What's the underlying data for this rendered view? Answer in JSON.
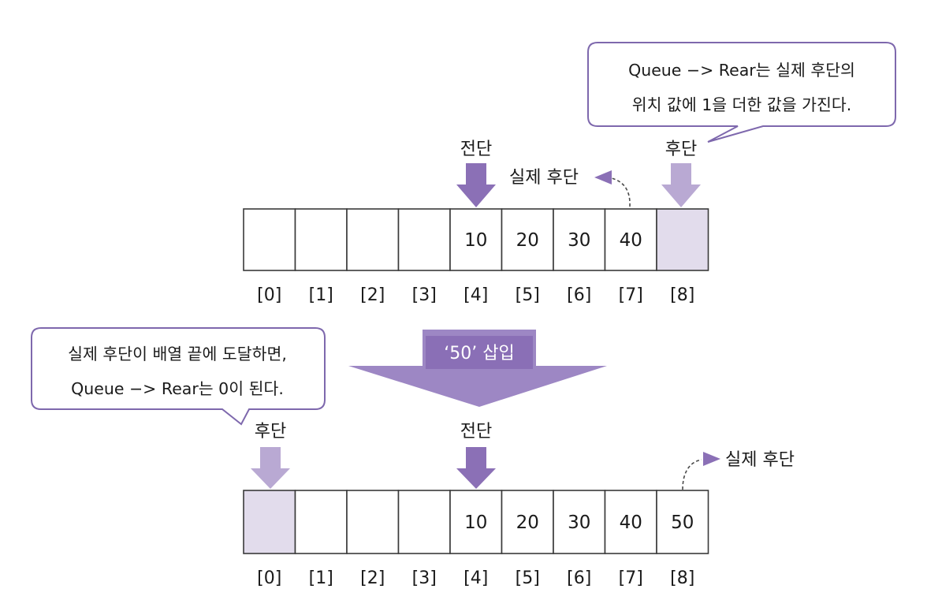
{
  "colors": {
    "border": "#3a3a3a",
    "highlight_fill": "#e2dcec",
    "front_arrow": "#8b70b6",
    "rear_arrow": "#b9a9d3",
    "banner": "#9d87c4",
    "banner_label_bg": "#8a6fb6",
    "bubble_border": "#7e68ad",
    "text": "#1a1a1a"
  },
  "top_array": {
    "cells": [
      "",
      "",
      "",
      "",
      "10",
      "20",
      "30",
      "40",
      ""
    ],
    "indices": [
      "[0]",
      "[1]",
      "[2]",
      "[3]",
      "[4]",
      "[5]",
      "[6]",
      "[7]",
      "[8]"
    ],
    "highlight_index": 8,
    "front_label": "전단",
    "front_index": 4,
    "rear_label": "후단",
    "rear_index": 8,
    "actual_rear_label": "실제 후단",
    "actual_rear_index": 7
  },
  "top_bubble": {
    "lines": [
      "Queue −> Rear는 실제 후단의",
      "위치 값에 1을 더한 값을 가진다."
    ]
  },
  "transition": {
    "label": "‘50’ 삽입"
  },
  "bottom_bubble": {
    "lines": [
      "실제 후단이 배열 끝에 도달하면,",
      "Queue −> Rear는 0이 된다."
    ]
  },
  "bottom_array": {
    "cells": [
      "",
      "",
      "",
      "",
      "10",
      "20",
      "30",
      "40",
      "50"
    ],
    "indices": [
      "[0]",
      "[1]",
      "[2]",
      "[3]",
      "[4]",
      "[5]",
      "[6]",
      "[7]",
      "[8]"
    ],
    "highlight_index": 0,
    "front_label": "전단",
    "front_index": 4,
    "rear_label": "후단",
    "rear_index": 0,
    "actual_rear_label": "실제 후단",
    "actual_rear_index": 8
  }
}
